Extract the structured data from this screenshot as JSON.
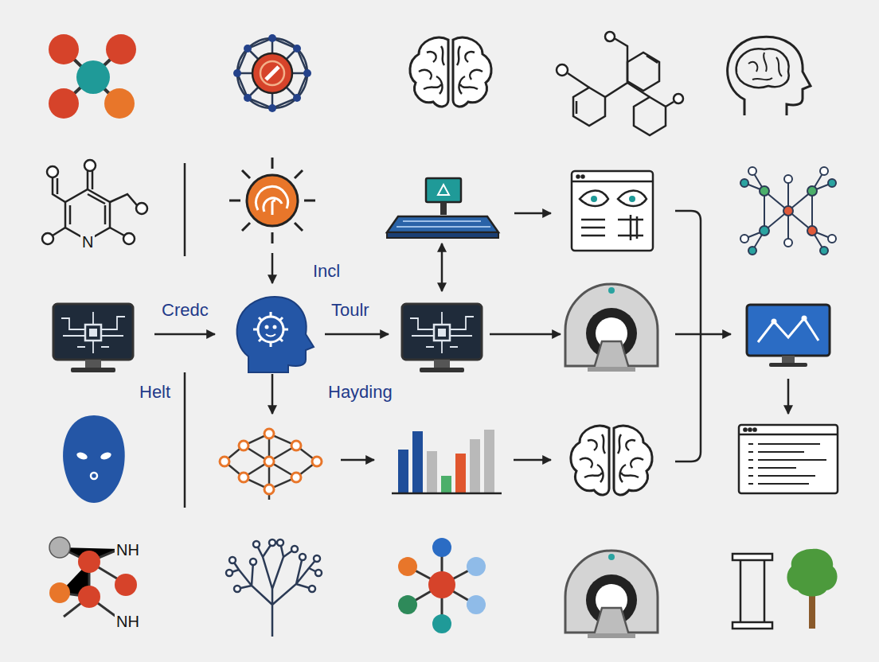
{
  "diagram": {
    "labels": [
      "N",
      "Incl",
      "Credc",
      "Toulr",
      "Helt",
      "Hayding",
      "NH",
      "NH"
    ]
  }
}
